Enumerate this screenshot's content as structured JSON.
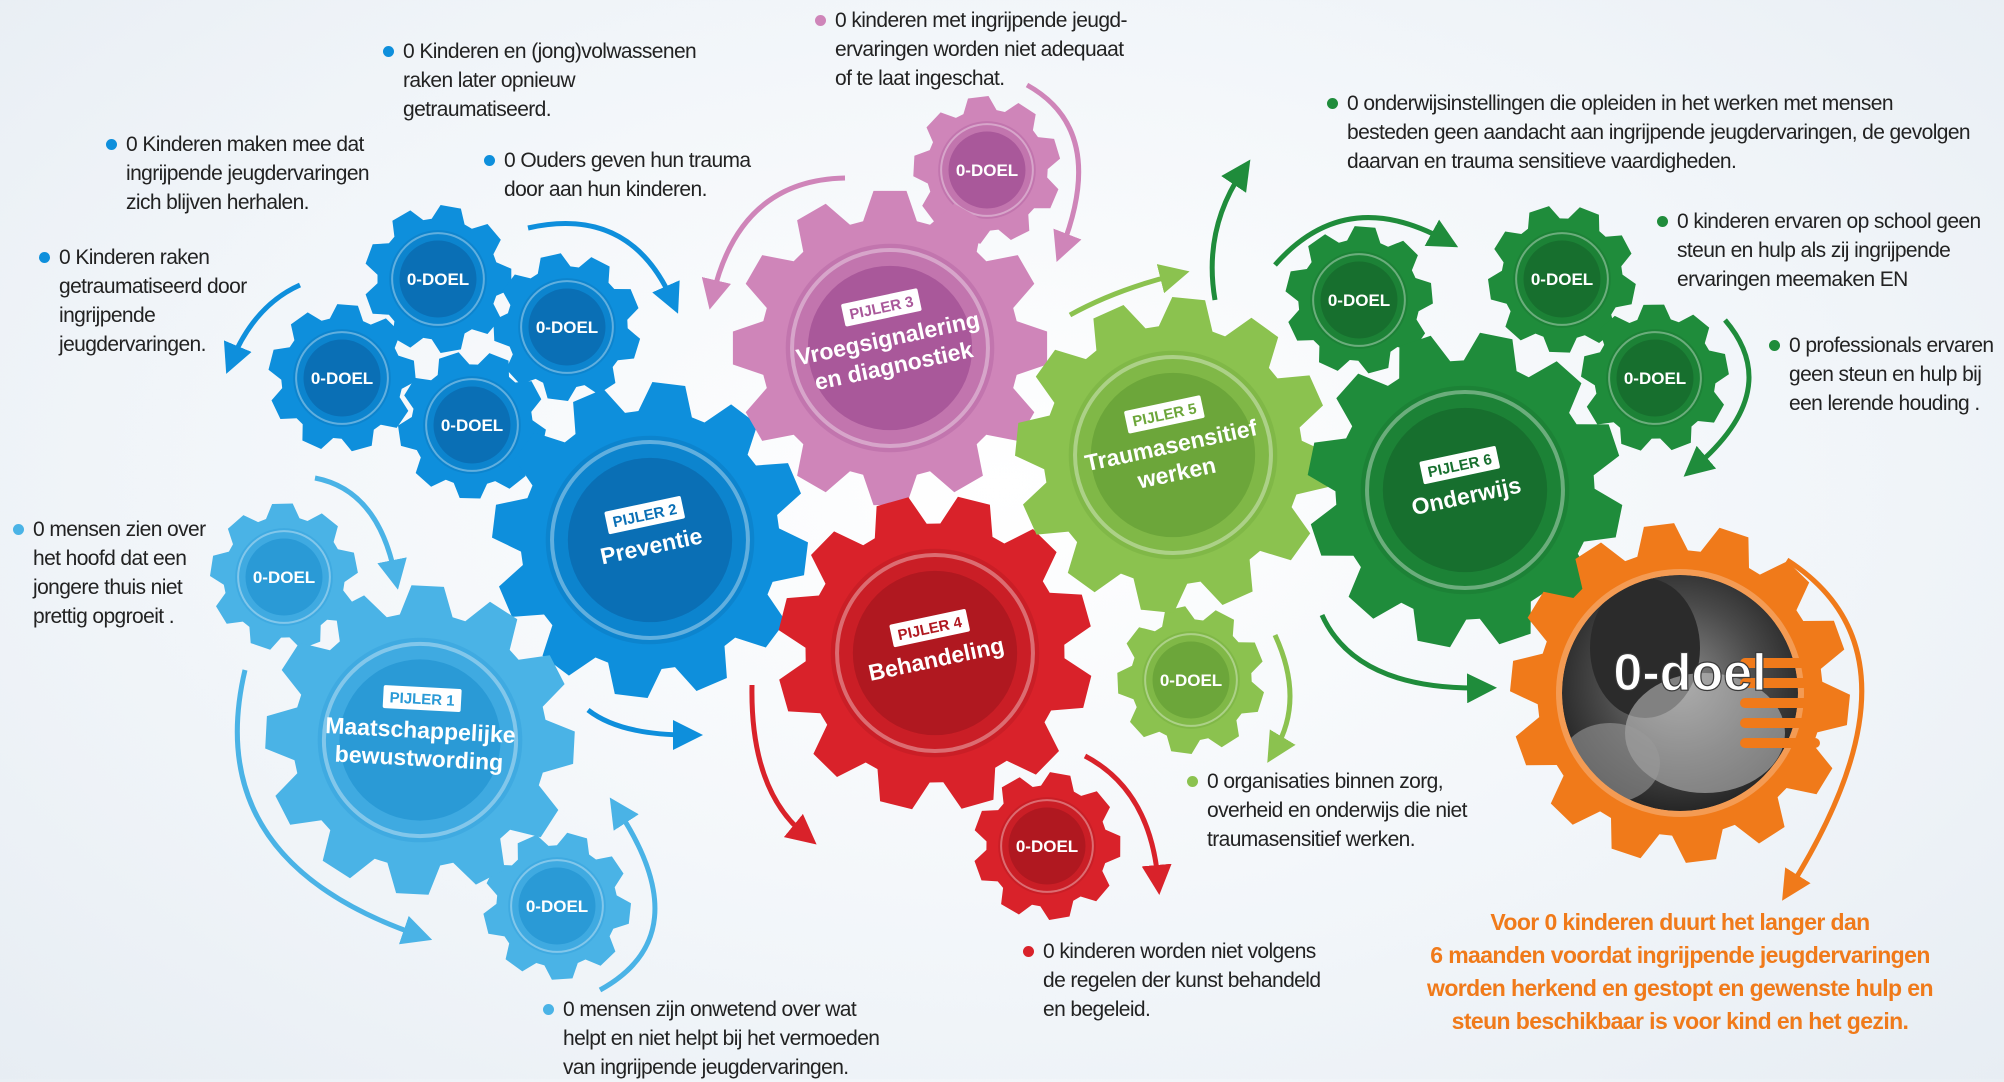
{
  "colors": {
    "p1": "#4ab3e6",
    "p1_dark": "#2a9ad6",
    "p2": "#0e8fdc",
    "p2_dark": "#0a6fb5",
    "p3": "#cf85b9",
    "p3_dark": "#a9589a",
    "p4": "#d9222a",
    "p4_dark": "#b01820",
    "p5": "#8bc24f",
    "p5_dark": "#6ca63a",
    "p6": "#1f8c3b",
    "p6_dark": "#176f2e",
    "goal": "#f07a1a"
  },
  "small_gear_label": "0-DOEL",
  "pillars": {
    "p1": {
      "tag": "PIJLER 1",
      "lines": [
        "Maatschappelijke",
        "bewustwording"
      ]
    },
    "p2": {
      "tag": "PIJLER 2",
      "lines": [
        "Preventie"
      ]
    },
    "p3": {
      "tag": "PIJLER 3",
      "lines": [
        "Vroegsignalering",
        "en diagnostiek"
      ]
    },
    "p4": {
      "tag": "PIJLER 4",
      "lines": [
        "Behandeling"
      ]
    },
    "p5": {
      "tag": "PIJLER 5",
      "lines": [
        "Traumasensitief",
        "werken"
      ]
    },
    "p6": {
      "tag": "PIJLER 6",
      "lines": [
        "Onderwijs"
      ]
    }
  },
  "goal_title": "0-doel",
  "annotations": {
    "a1": "0 Kinderen en (jong)volwassenen\nraken later opnieuw\ngetraumatiseerd.",
    "a2": "0 Kinderen maken mee dat\ningrijpende jeugdervaringen\nzich blijven herhalen.",
    "a3": "0 Ouders geven hun trauma\ndoor aan hun kinderen.",
    "a4": "0 Kinderen raken\ngetraumatiseerd door\ningrijpende\njeugdervaringen.",
    "a5": "0 mensen zien over\nhet hoofd dat een\njongere thuis  niet\nprettig opgroeit .",
    "a6": "0 mensen zijn onwetend over wat\nhelpt en niet helpt bij het  vermoeden\nvan ingrijpende jeugdervaringen.",
    "a7": "0 kinderen met ingrijpende  jeugd-\nervaringen worden niet  adequaat\nof te laat ingeschat.",
    "a8": "0 kinderen worden niet volgens\nde regelen der kunst behandeld\nen begeleid.",
    "a9": "0 organisaties binnen zorg,\noverheid en onderwijs die niet\ntraumasensitief werken.",
    "a10": "0 onderwijsinstellingen die opleiden in het werken met mensen\nbesteden geen aandacht aan ingrijpende jeugdervaringen, de gevolgen\ndaarvan en trauma sensitieve vaardigheden.",
    "a11": "0 kinderen ervaren op school geen\nsteun en hulp als zij ingrijpende\nervaringen meemaken EN",
    "a12": "0 professionals ervaren\ngeen steun en hulp bij\neen lerende houding ."
  },
  "final_statement": "Voor 0 kinderen duurt het langer dan\n6 maanden voordat  ingrijpende jeugdervaringen\nworden herkend en gestopt en gewenste hulp en\nsteun beschikbaar is voor kind en het gezin."
}
